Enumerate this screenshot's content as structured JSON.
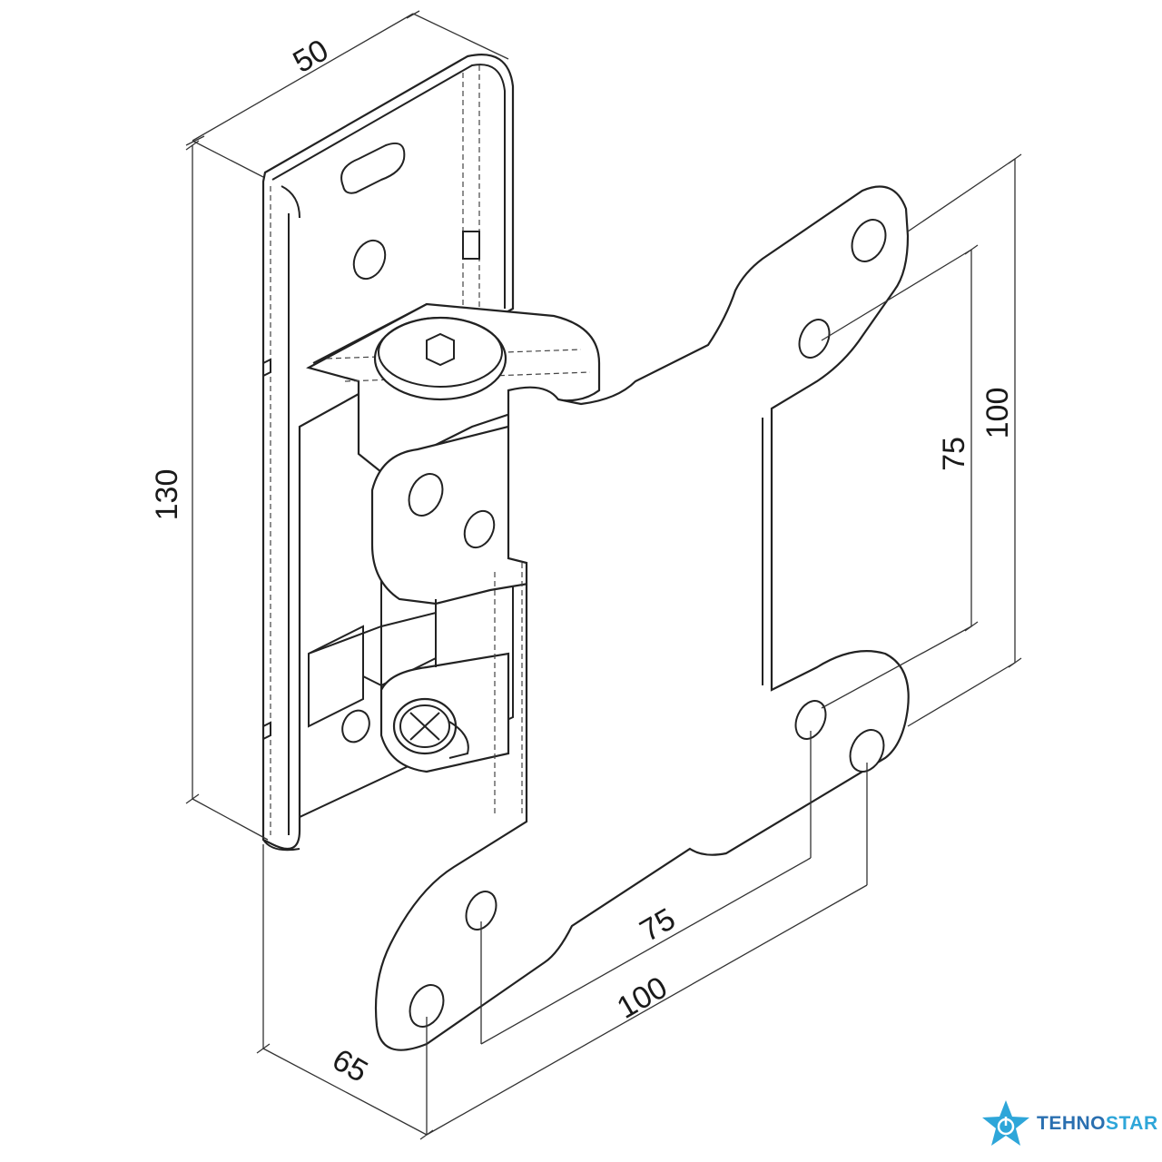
{
  "dimensions": {
    "bracket_width": "50",
    "bracket_height": "130",
    "depth": "65",
    "vesa_vertical_small": "75",
    "vesa_vertical_large": "100",
    "vesa_horizontal_small": "75",
    "vesa_horizontal_large": "100"
  },
  "logo": {
    "icon": "star-power-icon",
    "text_part1": "TEHNO",
    "text_part2": "STAR",
    "color_primary": "#2a6fb0",
    "color_secondary": "#2ea6d9"
  }
}
